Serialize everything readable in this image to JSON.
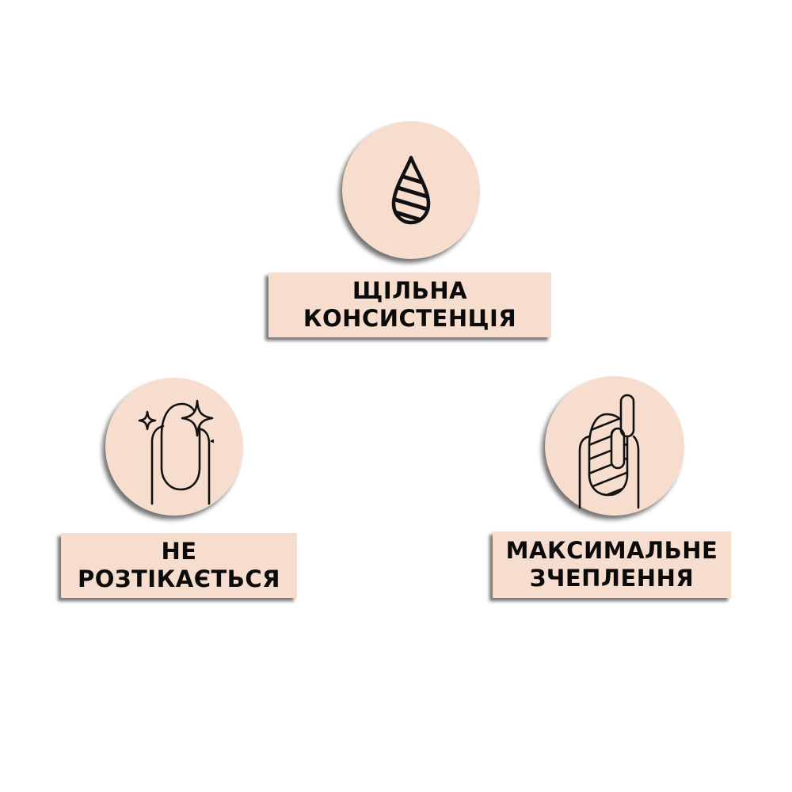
{
  "colors": {
    "background": "#ffffff",
    "badge_fill": "#f7ddcd",
    "ink": "#0b0b0b"
  },
  "features": [
    {
      "icon": "striped-drop-icon",
      "lines": [
        "ЩІЛЬНА",
        "КОНСИСТЕНЦІЯ"
      ]
    },
    {
      "icon": "nail-sparkles-icon",
      "lines": [
        "НЕ",
        "РОЗТІКАЄТЬСЯ"
      ]
    },
    {
      "icon": "nail-chain-link-icon",
      "lines": [
        "МАКСИМАЛЬНЕ",
        "ЗЧЕПЛЕННЯ"
      ]
    }
  ]
}
